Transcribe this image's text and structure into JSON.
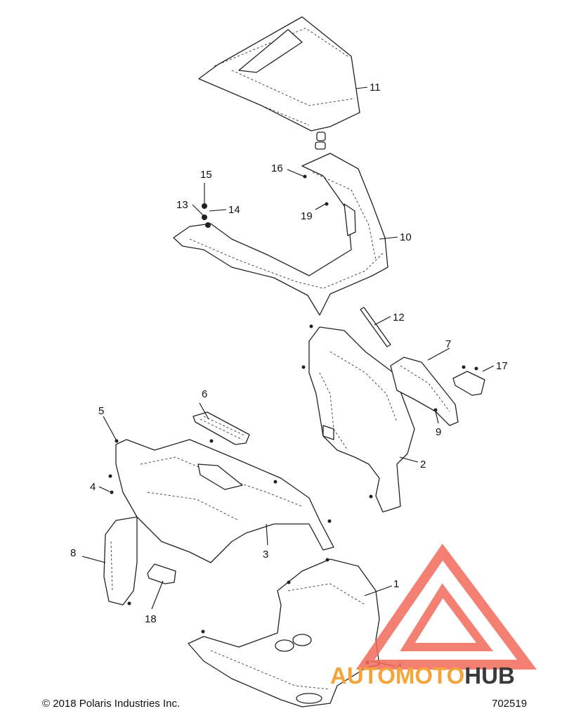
{
  "diagram": {
    "callouts": [
      "1",
      "2",
      "3",
      "4",
      "4",
      "5",
      "6",
      "7",
      "8",
      "9",
      "10",
      "11",
      "12",
      "13",
      "14",
      "15",
      "16",
      "17",
      "18",
      "19"
    ]
  },
  "footer": {
    "copyright": "© 2018 Polaris Industries Inc.",
    "figure_number": "702519"
  },
  "watermark": {
    "brand_part1": "AUTOMOTO",
    "brand_part2": "HUB",
    "color_primary": "#f26a5b",
    "color_secondary": "#f4a43a",
    "color_dark": "#3a3a3a"
  }
}
